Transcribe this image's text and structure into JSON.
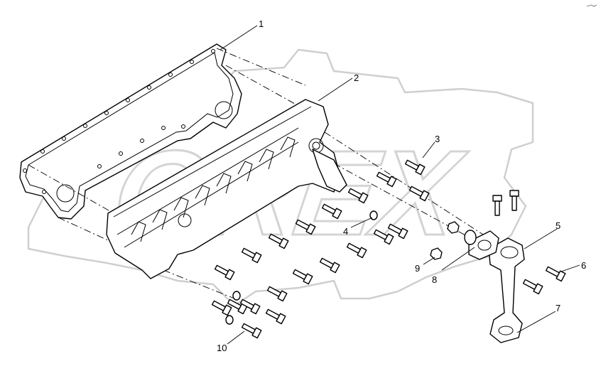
{
  "callouts": {
    "c1": "1",
    "c2": "2",
    "c3": "3",
    "c4": "4",
    "c5": "5",
    "c6": "6",
    "c7": "7",
    "c8": "8",
    "c9": "9",
    "c10": "10"
  },
  "watermark": {
    "text": "OREX"
  },
  "icons": {
    "corner_mark": "corner-mark-icon"
  }
}
